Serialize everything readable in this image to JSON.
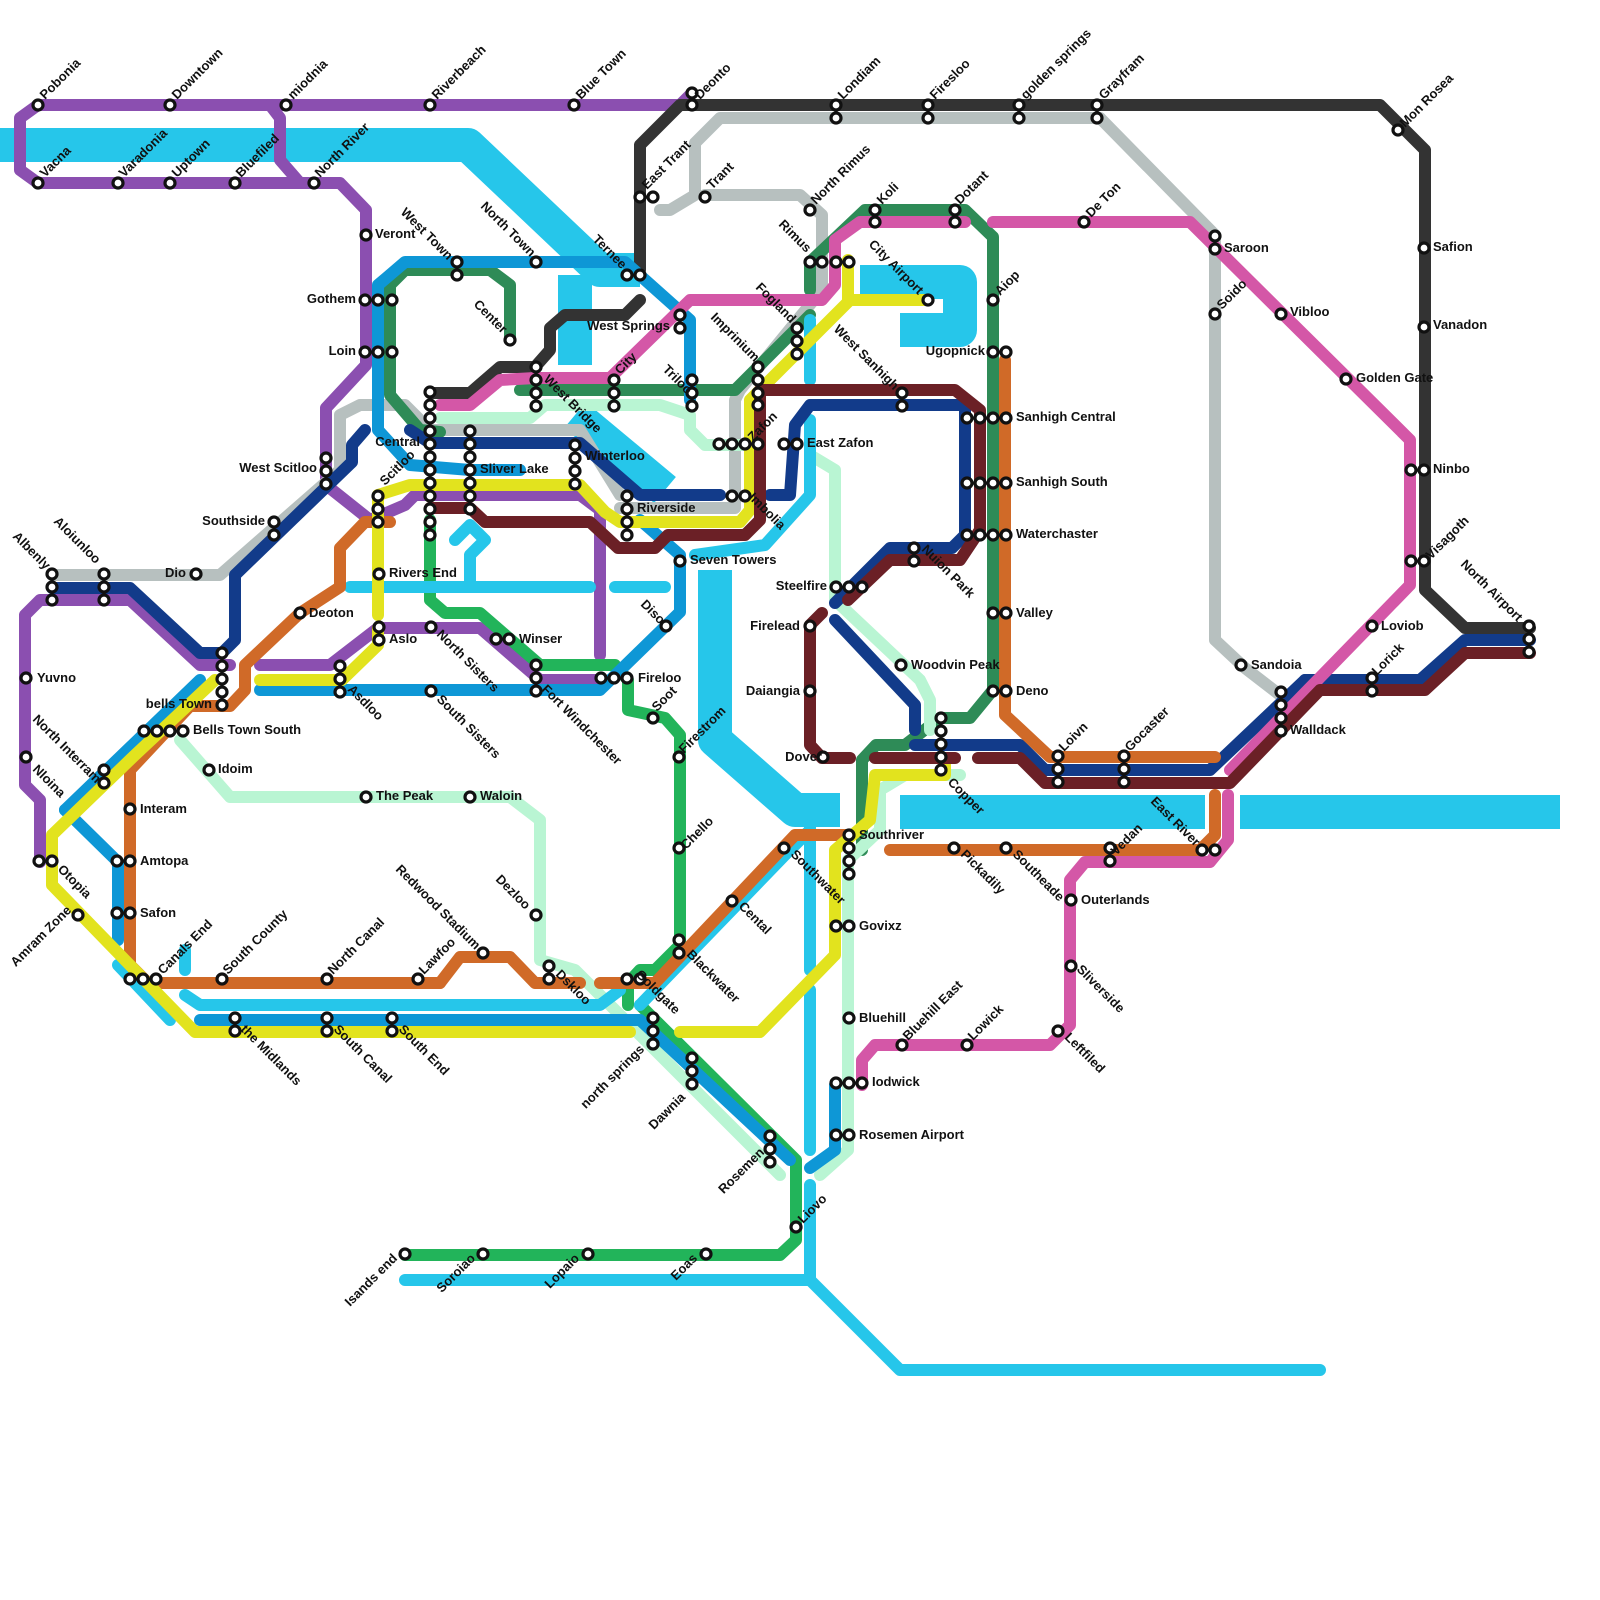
{
  "colors": {
    "purple": "#8B4FB0",
    "black": "#333333",
    "grey": "#B7C0BF",
    "cyan": "#26C6EA",
    "blue": "#0E97D6",
    "navy": "#123B8A",
    "forest": "#2E8B57",
    "green": "#22B45A",
    "mint": "#B9F5D3",
    "pink": "#D457A7",
    "orange": "#D06A28",
    "yellow": "#E2E31E",
    "maroon": "#6B2026"
  },
  "stations": [
    "Pobonia",
    "Downtown",
    "miodnia",
    "Riverbeach",
    "Blue Town",
    "Deonto",
    "Londiam",
    "Firesloo",
    "golden springs",
    "Grayfram",
    "Mon Rosea",
    "Vacna",
    "Varadonia",
    "Uptown",
    "Bluefiled",
    "North River",
    "Veront",
    "West Town",
    "North Town",
    "Ternee",
    "East Trant",
    "Trant",
    "North Rimus",
    "Rimus",
    "Koli",
    "Dotant",
    "De Ton",
    "Saroon",
    "Safion",
    "Gothem",
    "Center",
    "West Springs",
    "City Airport",
    "Fogland",
    "Imprinium",
    "Aiop",
    "Soido",
    "Vibloo",
    "Vanadon",
    "Loin",
    "Ugopnick",
    "City",
    "Triloo",
    "West Sanhigh",
    "West Bridge",
    "Golden Gate",
    "Sanhigh Central",
    "Central",
    "Winterloo",
    "Zafon",
    "East Zafon",
    "Ninbo",
    "West Scitloo",
    "Sliver Lake",
    "Scitloo",
    "Sanhigh South",
    "Southside",
    "Riverside",
    "Imbolia",
    "Waterchaster",
    "Seven Towers",
    "Visagoth",
    "Aloiunloo",
    "Albenly",
    "Dio",
    "Rivers End",
    "Nuion Park",
    "Steelfire",
    "Deoton",
    "Diso",
    "Firelead",
    "Valley",
    "Loviob",
    "North Airport",
    "Yuvno",
    "Aslo",
    "Winser",
    "Fireloo",
    "Woodvin Peak",
    "Daiangia",
    "Deno",
    "Sandoia",
    "Lorick",
    "bells Town",
    "Asdloo",
    "North Sisters",
    "South Sisters",
    "Fort Windchester",
    "Soot",
    "Bells Town South",
    "Walldack",
    "Firestrom",
    "Dover",
    "Loivn",
    "Gocaster",
    "Copper",
    "North Interram",
    "Idoim",
    "Nloina",
    "The Peak",
    "Waloin",
    "Interam",
    "Southriver",
    "Vedan",
    "East River",
    "Pickadily",
    "Southeade",
    "Amtopa",
    "Otopia",
    "Chello",
    "Southwater",
    "Outerlands",
    "Safon",
    "Amram Zone",
    "Dezloo",
    "Cental",
    "Govixz",
    "Redwood Stadium",
    "Canals End",
    "South County",
    "North Canal",
    "Lawfoo",
    "Dskloo",
    "Goldgate",
    "Blackwater",
    "Sliverside",
    "the Midlands",
    "South Canal",
    "South End",
    "Bluehill",
    "Bluehill East",
    "Lowick",
    "Leftfiled",
    "north springs",
    "Dawnia",
    "Iodwick",
    "Rosemen",
    "Rosemen Airport",
    "Liovo",
    "Isands end",
    "Soroiao",
    "Lopaio",
    "Eoas"
  ]
}
